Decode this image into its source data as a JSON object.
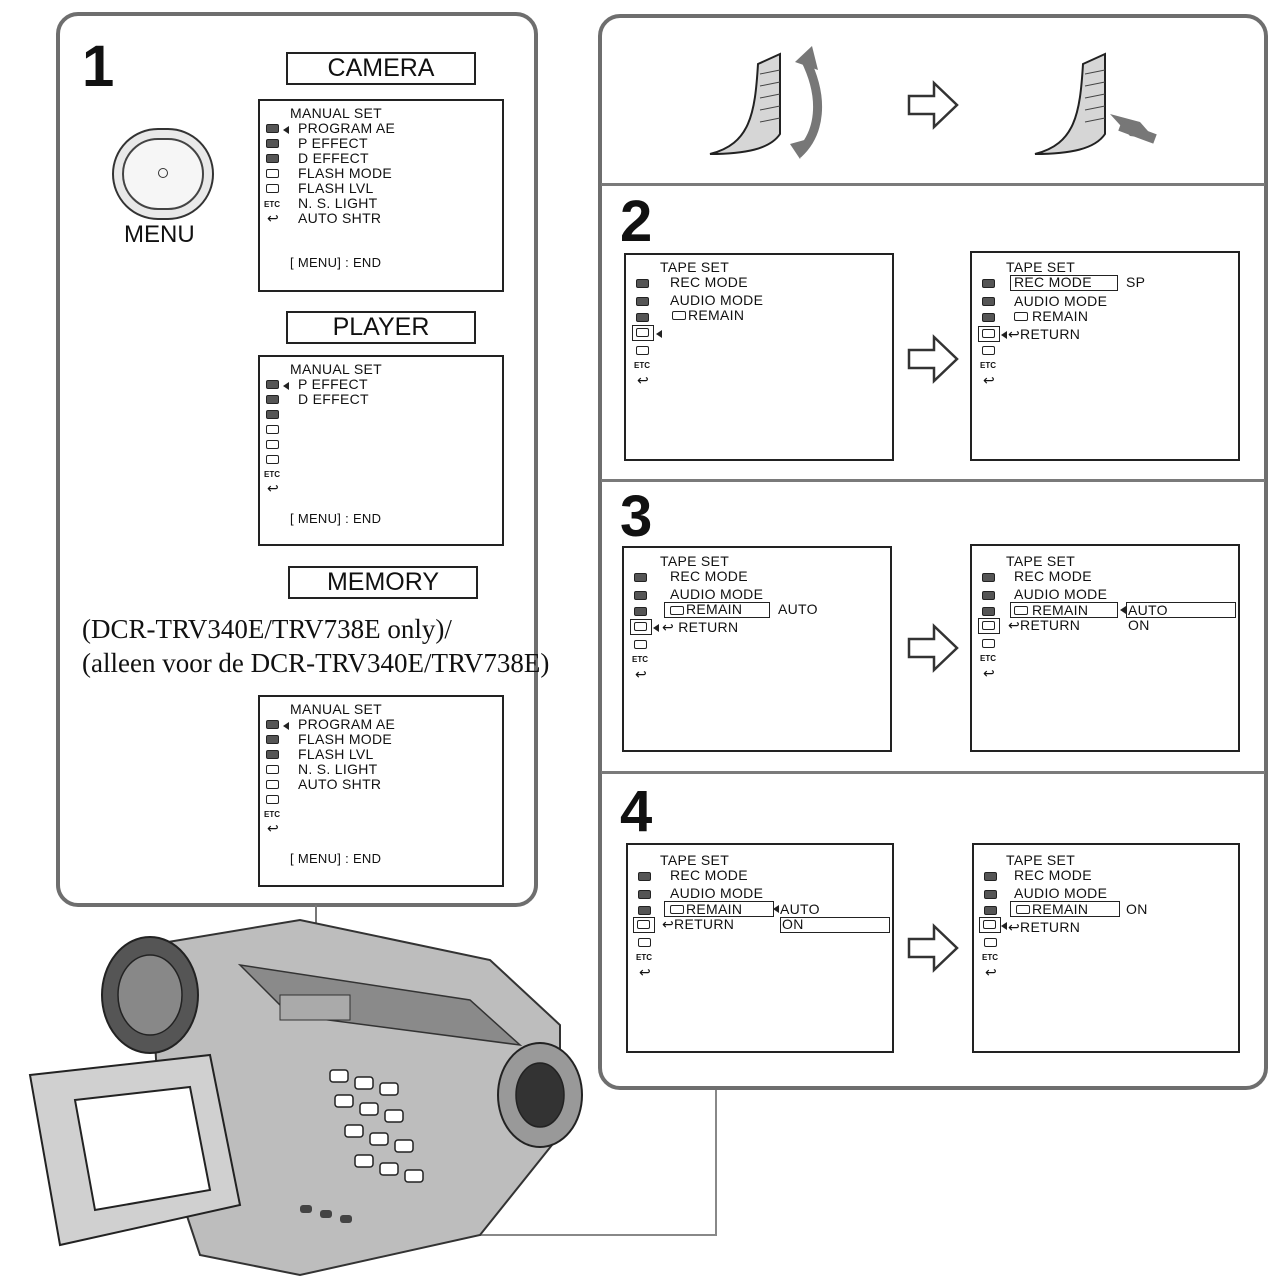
{
  "left_panel": {
    "step": "1",
    "menu_button_label": "MENU",
    "camera": {
      "title": "CAMERA",
      "header": "MANUAL  SET",
      "items": [
        "PROGRAM  AE",
        "P  EFFECT",
        "D  EFFECT",
        "FLASH  MODE",
        "FLASH  LVL",
        "N. S. LIGHT",
        "AUTO  SHTR"
      ],
      "footer": "[ MENU] : END"
    },
    "player": {
      "title": "PLAYER",
      "header": "MANUAL  SET",
      "items": [
        "P  EFFECT",
        "D  EFFECT"
      ],
      "footer": "[ MENU] : END"
    },
    "memory": {
      "title": "MEMORY",
      "note_line1": "(DCR-TRV340E/TRV738E only)/",
      "note_line2": "(alleen voor de DCR-TRV340E/TRV738E)",
      "header": "MANUAL  SET",
      "items": [
        "PROGRAM  AE",
        "FLASH  MODE",
        "FLASH  LVL",
        "N. S. LIGHT",
        "AUTO  SHTR"
      ],
      "footer": "[ MENU] : END"
    }
  },
  "right_panel": {
    "steps": {
      "s2": "2",
      "s3": "3",
      "s4": "4"
    },
    "menu": {
      "header": "TAPE  SET",
      "rec_mode": "REC  MODE",
      "audio_mode": "AUDIO  MODE",
      "remain": "REMAIN",
      "return": "RETURN"
    },
    "values": {
      "sp": "SP",
      "auto": "AUTO",
      "on": "ON"
    }
  }
}
